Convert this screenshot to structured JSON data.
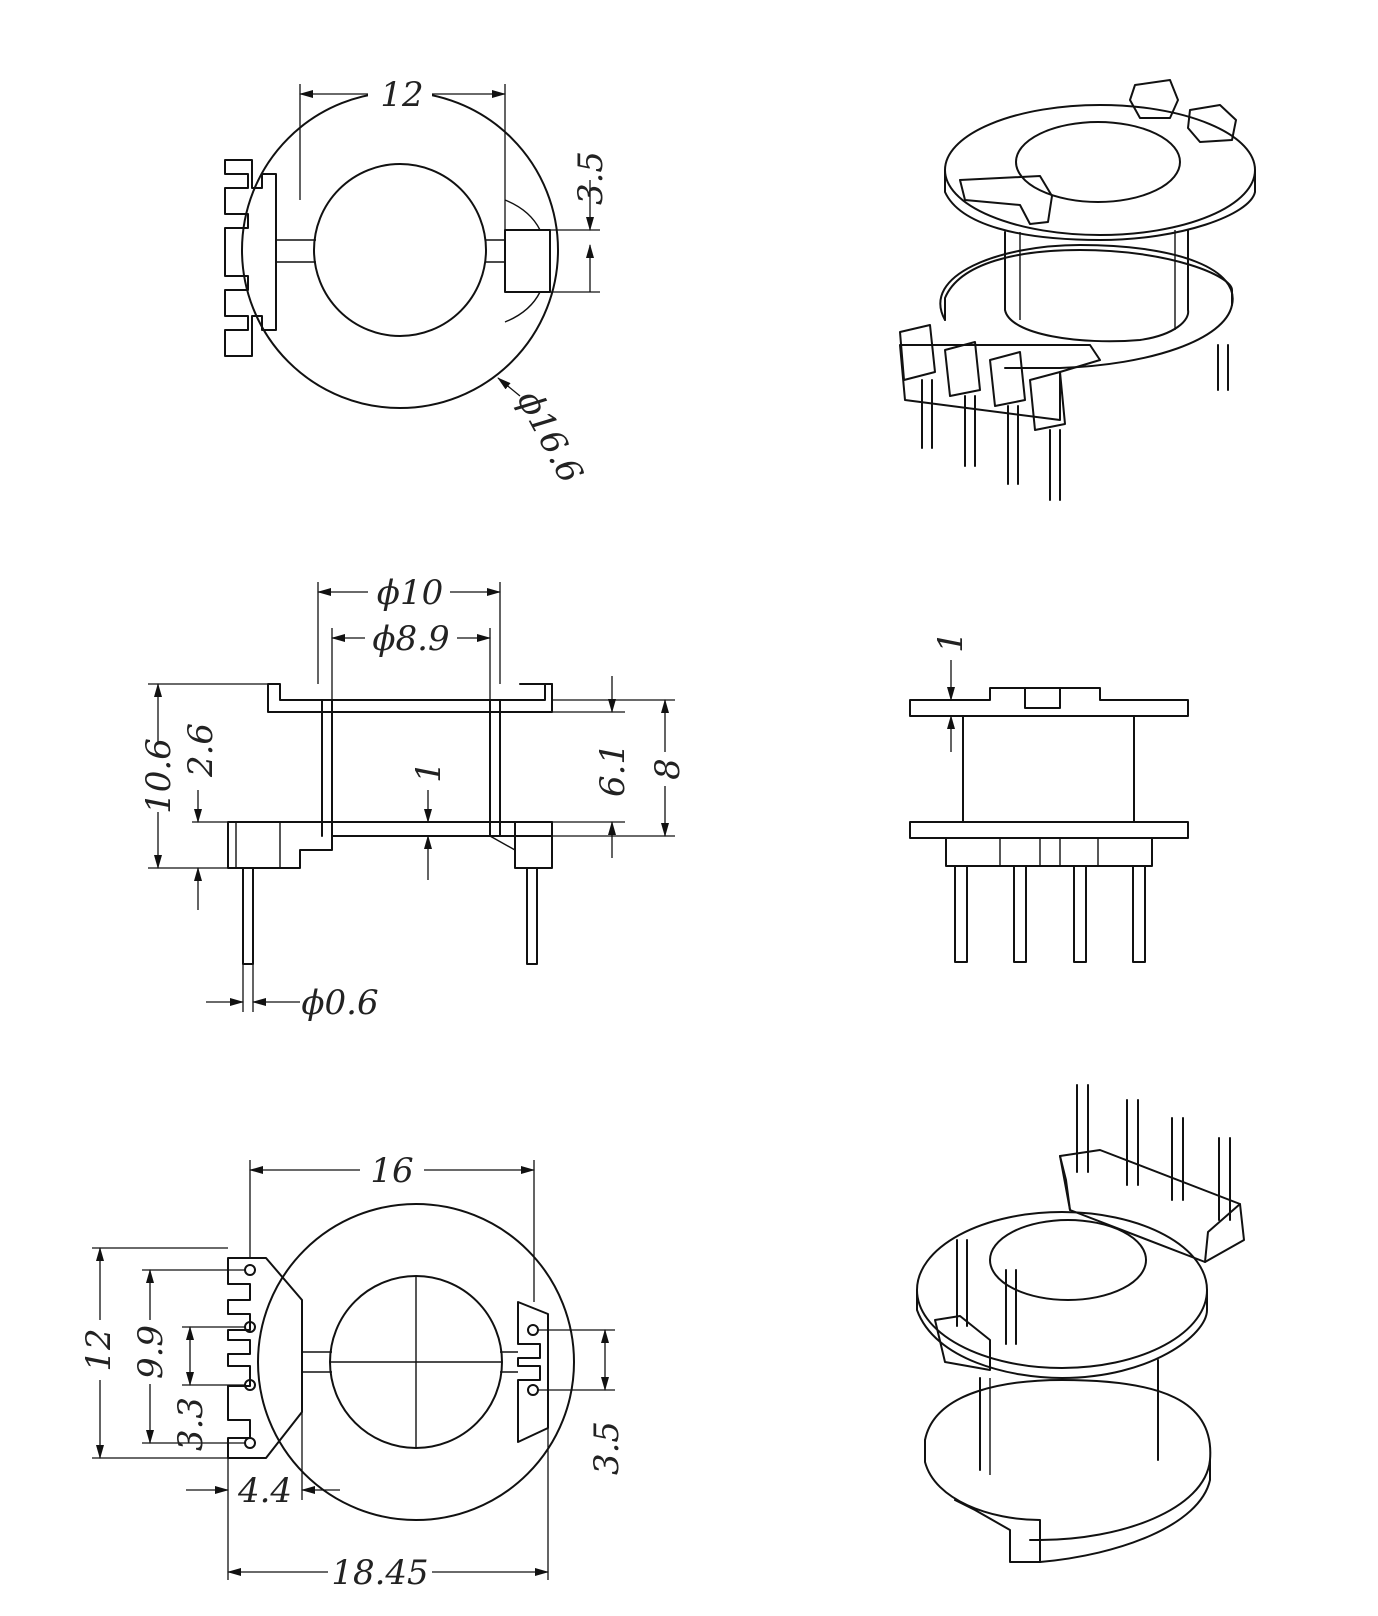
{
  "views": {
    "top_view": {
      "dims": {
        "width_12": "12",
        "slot_3_5": "3.5",
        "diameter_16_6": "ϕ16.6"
      }
    },
    "side_view": {
      "dims": {
        "inner_d10": "ϕ10",
        "inner_d8_9": "ϕ8.9",
        "height_10_6": "10.6",
        "base_2_6": "2.6",
        "flange_1": "1",
        "winding_6_1": "6.1",
        "outer_8": "8",
        "pin_d0_6": "ϕ0.6"
      }
    },
    "front_view": {
      "dims": {
        "flange_1": "1"
      }
    },
    "bottom_view": {
      "dims": {
        "width_16": "16",
        "height_12": "12",
        "pitch_9_9": "9.9",
        "pitch_3_3": "3.3",
        "pin_4_4": "4.4",
        "overall_18_45": "18.45",
        "pitch_3_5": "3.5"
      }
    }
  }
}
